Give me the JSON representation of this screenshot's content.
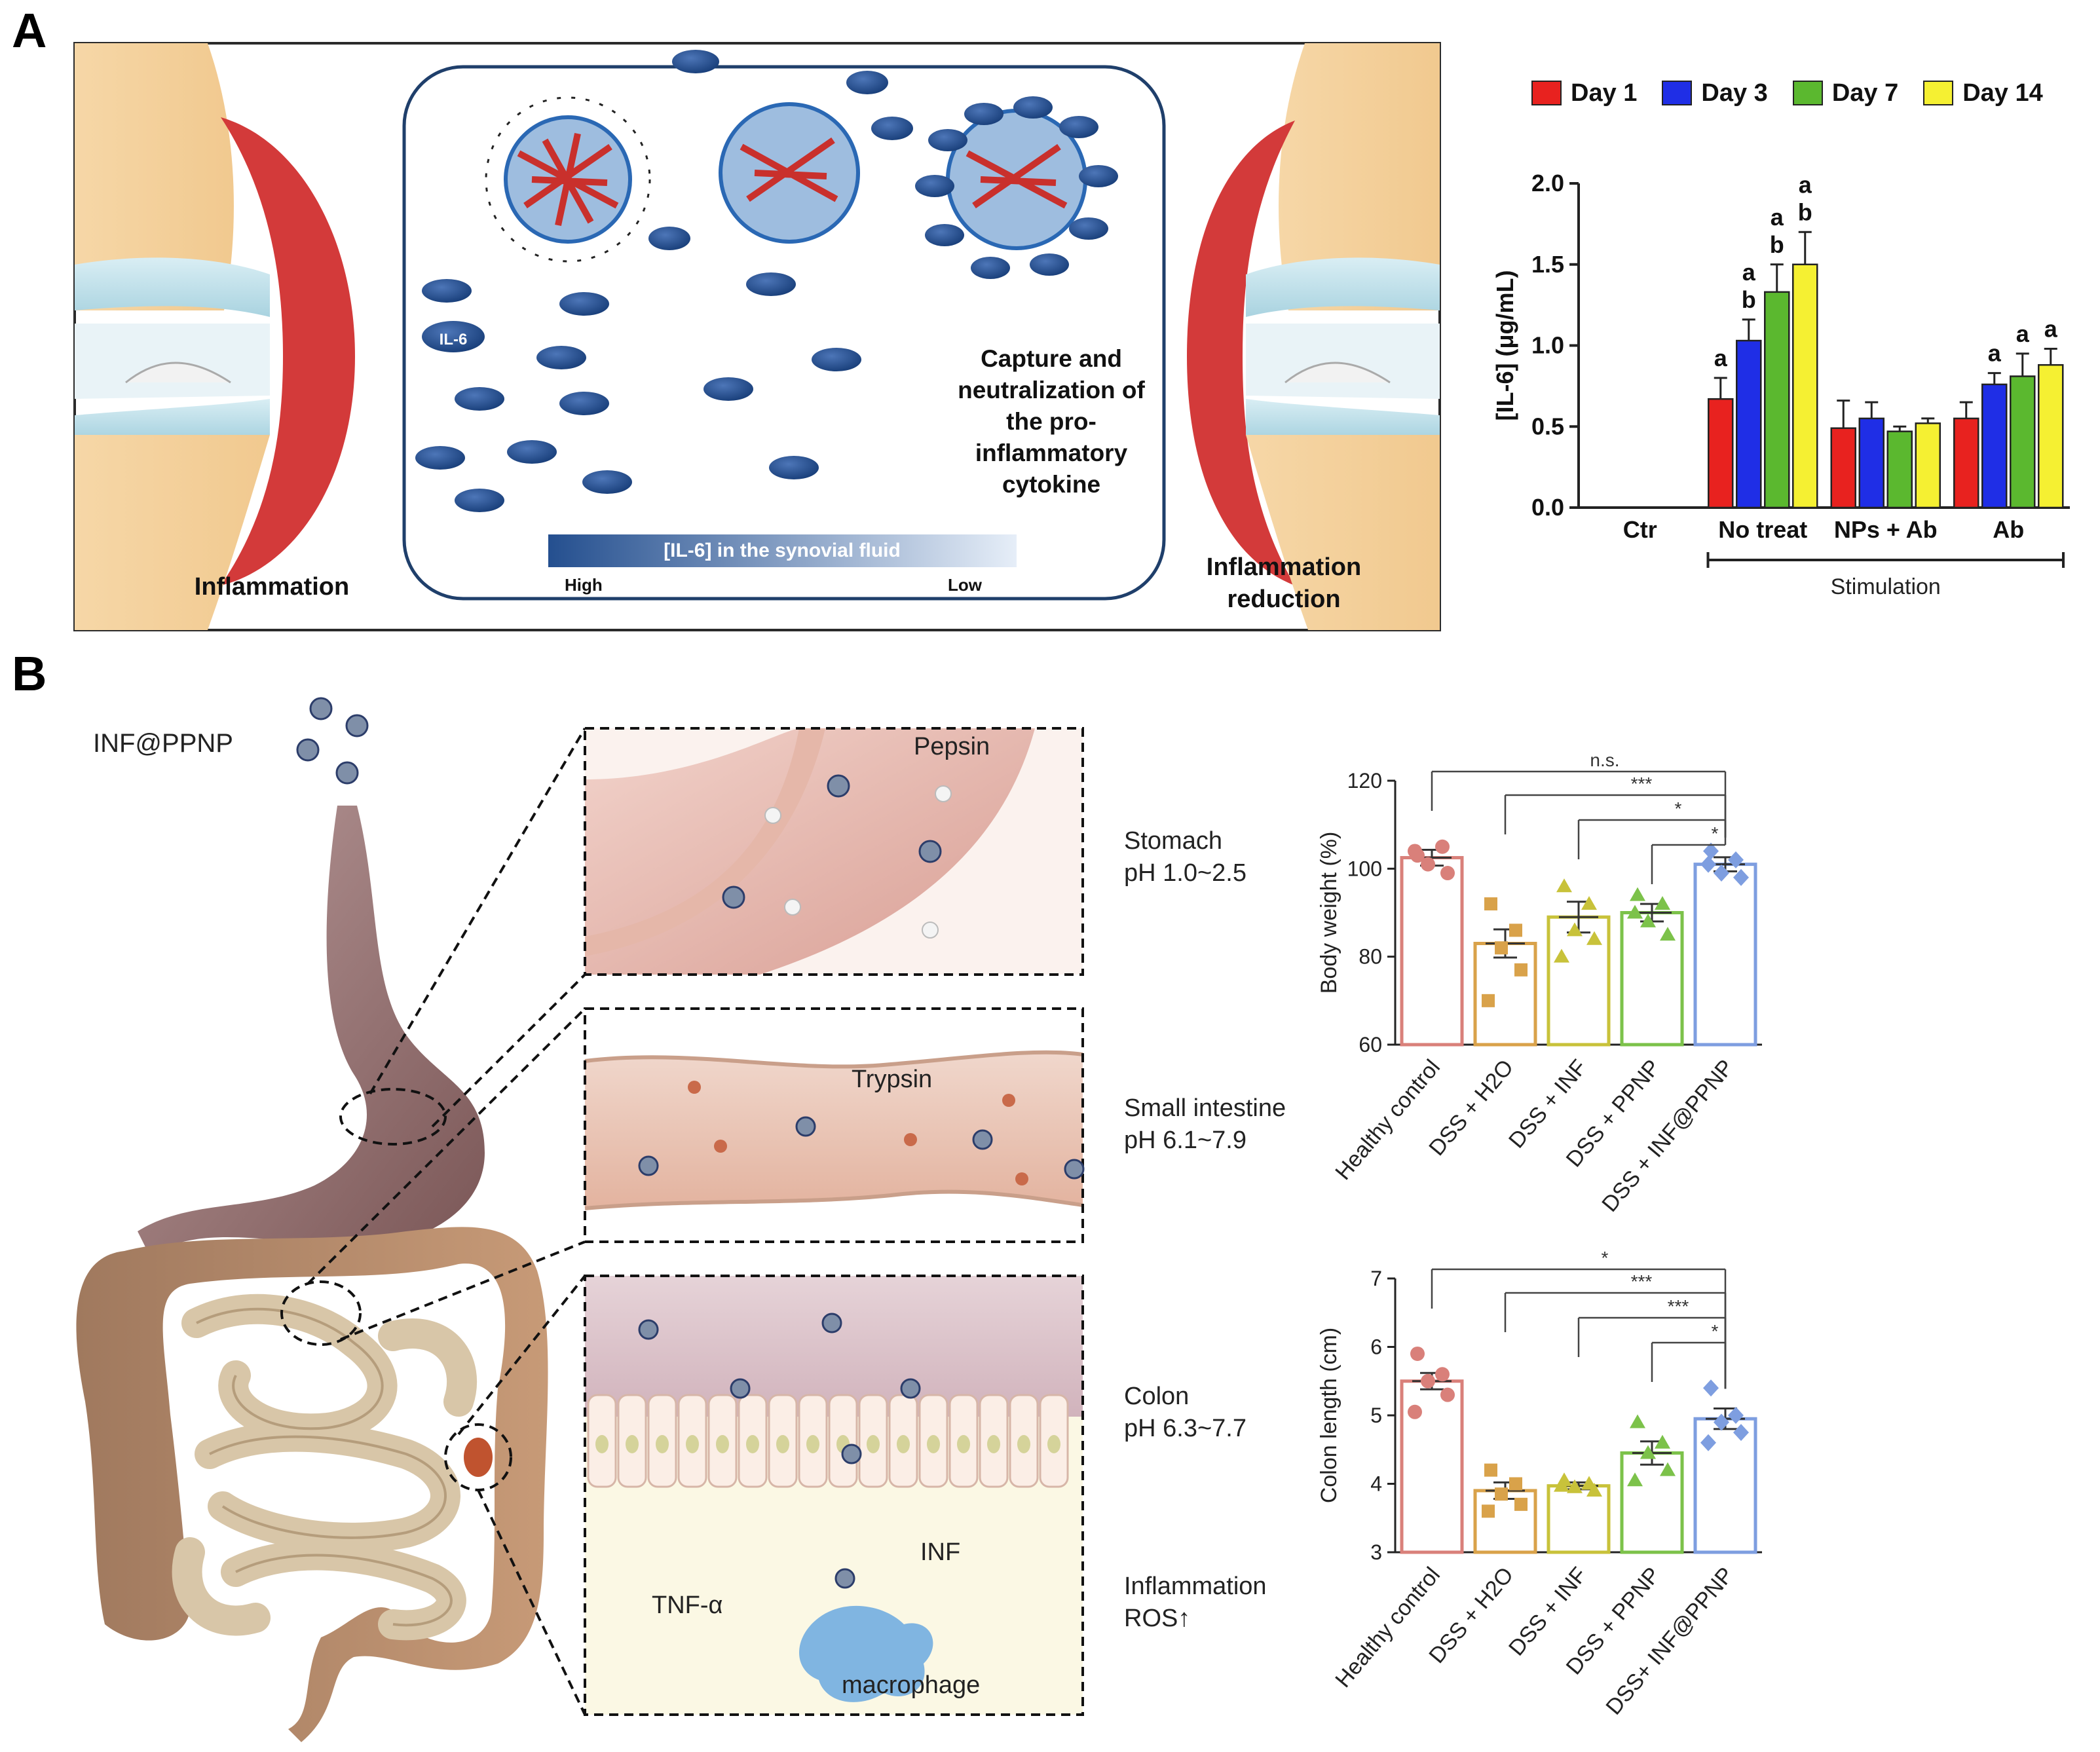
{
  "panels": {
    "a": "A",
    "b": "B"
  },
  "panel_a": {
    "left_label": "Inflammation",
    "right_label": "Inflammation\nreduction",
    "cytokine_tag": "IL-6",
    "capture_text": "Capture and\nneutralization of\nthe pro-\ninflammatory\ncytokine",
    "gradient_label": "[IL-6] in the synovial fluid",
    "gradient_high": "High",
    "gradient_low": "Low"
  },
  "panel_b": {
    "nanoparticle_label": "INF@PPNP",
    "enzyme_stomach": "Pepsin",
    "enzyme_intestine": "Trypsin",
    "stomach_label": "Stomach\npH 1.0~2.5",
    "intestine_label": "Small intestine\npH 6.1~7.9",
    "colon_label": "Colon\npH 6.3~7.7",
    "inflammation_label": "Inflammation\nROS↑",
    "tnf_label": "TNF-α",
    "inf_label": "INF",
    "macrophage_label": "macrophage"
  },
  "chart_data": [
    {
      "type": "bar",
      "ylabel": "[IL-6] (μg/mL)",
      "ylim": [
        0,
        2.0
      ],
      "yticks": [
        "0.0",
        "0.5",
        "1.0",
        "1.5",
        "2.0"
      ],
      "categories": [
        "Ctr",
        "No treat",
        "NPs + Ab",
        "Ab"
      ],
      "group_label": "Stimulation",
      "legend_position": "top",
      "series": [
        {
          "name": "Day 1",
          "color": "#e8221f",
          "values": [
            0,
            0.67,
            0.49,
            0.55
          ],
          "errors": [
            0,
            0.13,
            0.17,
            0.1
          ]
        },
        {
          "name": "Day 3",
          "color": "#1f2ee6",
          "values": [
            0,
            1.03,
            0.55,
            0.76
          ],
          "errors": [
            0,
            0.13,
            0.1,
            0.07
          ]
        },
        {
          "name": "Day 7",
          "color": "#5bb82f",
          "values": [
            0,
            1.33,
            0.47,
            0.81
          ],
          "errors": [
            0,
            0.17,
            0.03,
            0.14
          ]
        },
        {
          "name": "Day 14",
          "color": "#f5f032",
          "values": [
            0,
            1.5,
            0.52,
            0.88
          ],
          "errors": [
            0,
            0.2,
            0.03,
            0.1
          ]
        }
      ],
      "annotations": [
        {
          "category": 1,
          "series": 0,
          "text": "a"
        },
        {
          "category": 1,
          "series": 1,
          "text": "a\nb"
        },
        {
          "category": 1,
          "series": 2,
          "text": "a\nb"
        },
        {
          "category": 1,
          "series": 3,
          "text": "a\nb"
        },
        {
          "category": 3,
          "series": 1,
          "text": "a"
        },
        {
          "category": 3,
          "series": 2,
          "text": "a"
        },
        {
          "category": 3,
          "series": 3,
          "text": "a"
        }
      ]
    },
    {
      "type": "bar",
      "ylabel": "Body weight (%)",
      "ylim": [
        60,
        120
      ],
      "yticks": [
        "60",
        "80",
        "100",
        "120"
      ],
      "categories": [
        "Healthy control",
        "DSS + H2O",
        "DSS + INF",
        "DSS + PPNP",
        "DSS + INF@PPNP"
      ],
      "colors": [
        "#d9807a",
        "#d9a24a",
        "#c8c23a",
        "#7cc24a",
        "#7e9ee0"
      ],
      "values": [
        102.5,
        83,
        89,
        90,
        101
      ],
      "errors": [
        1.8,
        3.2,
        3.5,
        2,
        1.6
      ],
      "points": [
        [
          103,
          105,
          101,
          99,
          104
        ],
        [
          92,
          86,
          82,
          77,
          70
        ],
        [
          96,
          92,
          86,
          84,
          80
        ],
        [
          94,
          92,
          88,
          85,
          90
        ],
        [
          104,
          102,
          99,
          98,
          101
        ]
      ],
      "comparisons": [
        {
          "from": 0,
          "to": 4,
          "text": "n.s."
        },
        {
          "from": 1,
          "to": 4,
          "text": "***"
        },
        {
          "from": 2,
          "to": 4,
          "text": "*"
        },
        {
          "from": 3,
          "to": 4,
          "text": "*"
        }
      ]
    },
    {
      "type": "bar",
      "ylabel": "Colon length (cm)",
      "ylim": [
        3,
        7
      ],
      "yticks": [
        "3",
        "4",
        "5",
        "6",
        "7"
      ],
      "categories": [
        "Healthy control",
        "DSS + H2O",
        "DSS + INF",
        "DSS + PPNP",
        "DSS+ INF@PPNP"
      ],
      "colors": [
        "#d9807a",
        "#d9a24a",
        "#c8c23a",
        "#7cc24a",
        "#7e9ee0"
      ],
      "values": [
        5.5,
        3.9,
        3.97,
        4.45,
        4.95
      ],
      "errors": [
        0.12,
        0.12,
        0.05,
        0.17,
        0.15
      ],
      "points": [
        [
          5.9,
          5.6,
          5.5,
          5.3,
          5.05
        ],
        [
          4.2,
          4.0,
          3.85,
          3.7,
          3.6
        ],
        [
          4.05,
          4.0,
          3.95,
          3.9,
          3.97
        ],
        [
          4.9,
          4.6,
          4.45,
          4.2,
          4.05
        ],
        [
          5.4,
          5.0,
          4.9,
          4.75,
          4.6
        ]
      ],
      "comparisons": [
        {
          "from": 0,
          "to": 4,
          "text": "*"
        },
        {
          "from": 1,
          "to": 4,
          "text": "***"
        },
        {
          "from": 2,
          "to": 4,
          "text": "***"
        },
        {
          "from": 3,
          "to": 4,
          "text": "*"
        }
      ]
    }
  ]
}
